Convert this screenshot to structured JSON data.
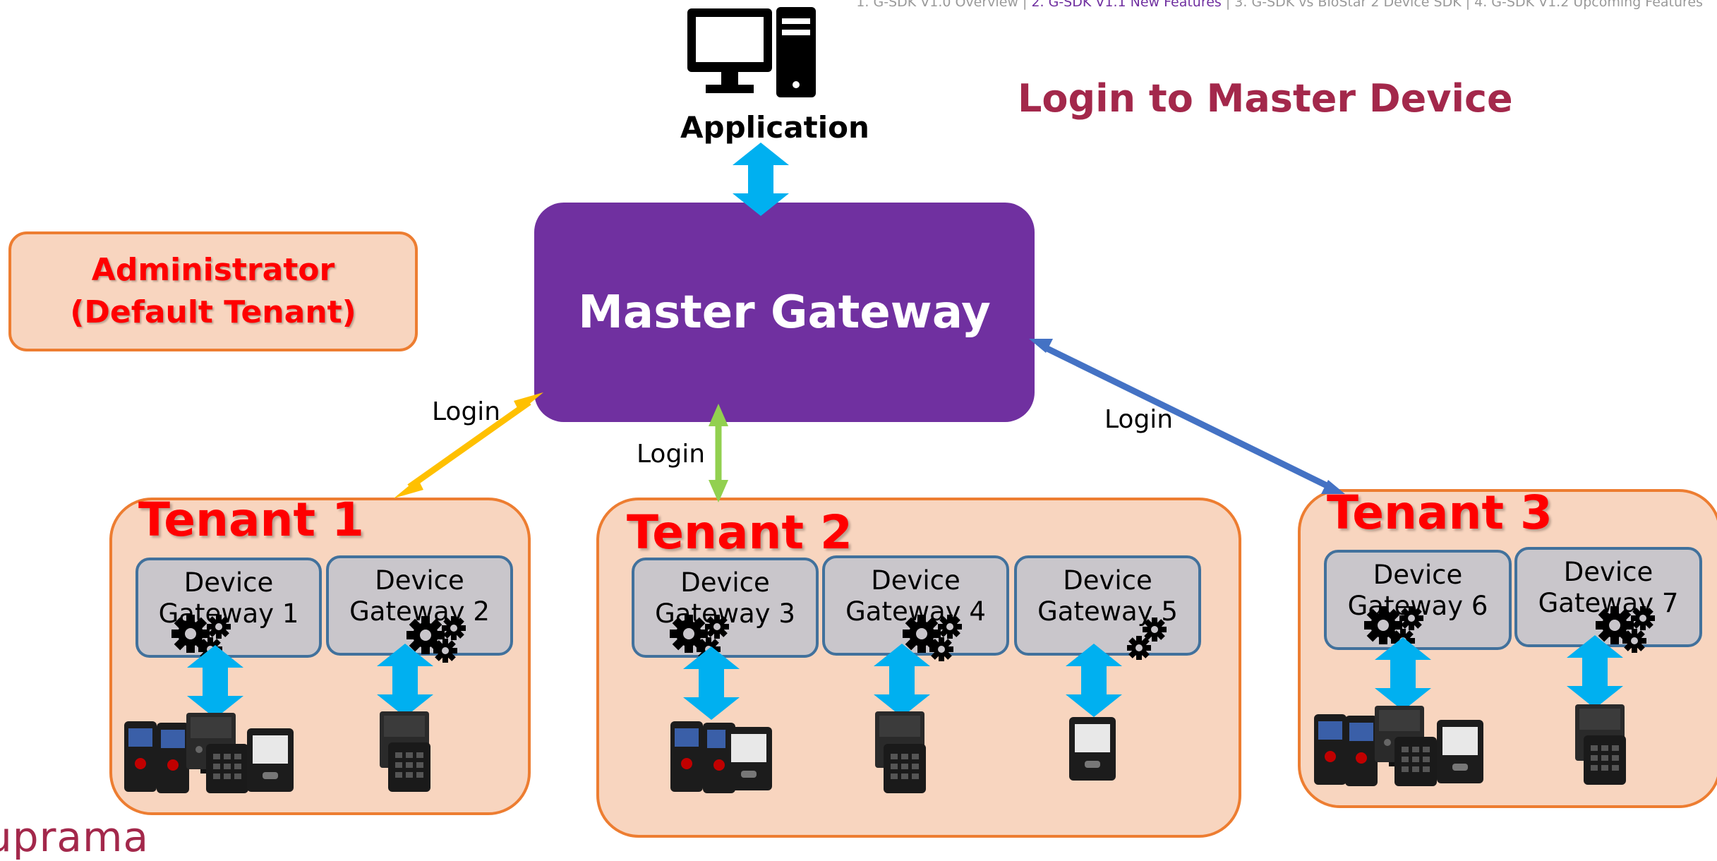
{
  "breadcrumb": {
    "item1": "1. G-SDK V1.0 Overview",
    "sep": " | ",
    "item2": "2. G-SDK V1.1 New Features",
    "item3": "3. G-SDK vs BioStar 2 Device SDK",
    "item4": "4. G-SDK V1.2 Upcoming Features"
  },
  "heading": "Login to Master Device",
  "application_label": "Application",
  "admin": {
    "line1": "Administrator",
    "line2": "(Default Tenant)"
  },
  "master_gateway": "Master Gateway",
  "login_labels": {
    "tenant1": "Login",
    "tenant2": "Login",
    "tenant3": "Login"
  },
  "tenants": {
    "t1": {
      "title": "Tenant 1"
    },
    "t2": {
      "title": "Tenant 2"
    },
    "t3": {
      "title": "Tenant 3"
    }
  },
  "gateways": {
    "g1": {
      "line1": "Device",
      "line2": "Gateway 1"
    },
    "g2": {
      "line1": "Device",
      "line2": "Gateway 2"
    },
    "g3": {
      "line1": "Device",
      "line2": "Gateway 3"
    },
    "g4": {
      "line1": "Device",
      "line2": "Gateway 4"
    },
    "g5": {
      "line1": "Device",
      "line2": "Gateway 5"
    },
    "g6": {
      "line1": "Device",
      "line2": "Gateway 6"
    },
    "g7": {
      "line1": "Device",
      "line2": "Gateway 7"
    }
  },
  "logo": {
    "text": "uprama"
  },
  "colors": {
    "heading": "#a3284b",
    "master": "#7030a0",
    "tenant_fill": "#f8d5bf",
    "tenant_border": "#ed7d31",
    "gateway_fill": "#c9c6cb",
    "gateway_border": "#41719c",
    "arrow_cyan": "#00b0f0",
    "arrow_yellow": "#ffc000",
    "arrow_green": "#92d050",
    "arrow_blue": "#4472c4",
    "tenant_title": "#ff0000"
  },
  "icons": [
    "computer-icon",
    "gears-icon",
    "access-device-icon",
    "double-arrow-icon"
  ]
}
